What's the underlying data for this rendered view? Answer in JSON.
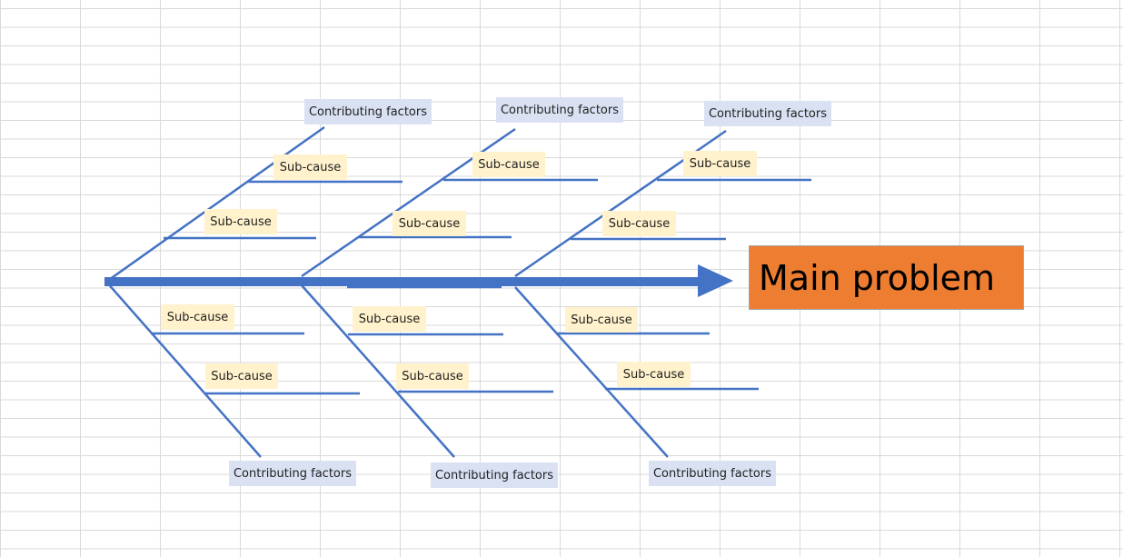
{
  "diagram": {
    "main_problem": "Main problem",
    "contributing_factors": [
      "Contributing factors",
      "Contributing factors",
      "Contributing factors",
      "Contributing factors",
      "Contributing factors",
      "Contributing factors"
    ],
    "sub_causes": [
      "Sub-cause",
      "Sub-cause",
      "Sub-cause",
      "Sub-cause",
      "Sub-cause",
      "Sub-cause",
      "Sub-cause",
      "Sub-cause",
      "Sub-cause",
      "Sub-cause",
      "Sub-cause",
      "Sub-cause"
    ],
    "colors": {
      "line": "#4472c4",
      "main_problem_fill": "#ed7d31",
      "factor_fill": "#d9e1f2",
      "sub_cause_fill": "#fff2cc"
    }
  }
}
